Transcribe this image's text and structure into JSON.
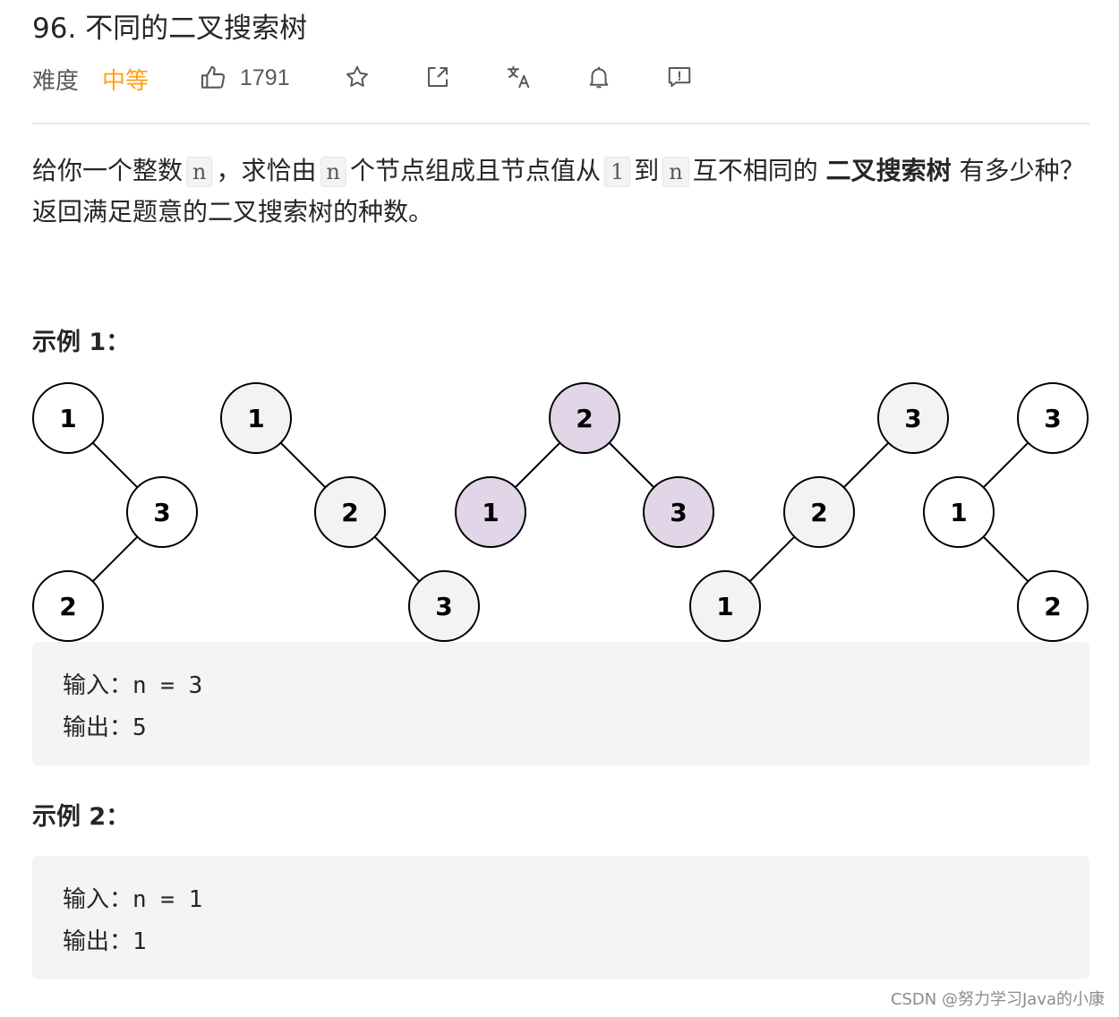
{
  "problem": {
    "title": "96. 不同的二叉搜索树",
    "difficulty_label": "难度",
    "difficulty_value": "中等",
    "likes": "1791",
    "icons": [
      "thumbs-up-icon",
      "star-icon",
      "share-icon",
      "translate-icon",
      "bell-icon",
      "feedback-icon"
    ]
  },
  "description": {
    "p1": "给你一个整数",
    "c1": "n",
    "p2": "，求恰由",
    "c2": "n",
    "p3": "个节点组成且节点值从",
    "c3": "1",
    "p4": "到",
    "c4": "n",
    "p5": "互不相同的",
    "bold": "二叉搜索树",
    "p6": "有多少种？返回满足题意的二叉搜索树的种数。"
  },
  "example1": {
    "title": "示例 1：",
    "input": "输入：n = 3",
    "output": "输出：5",
    "trees": [
      {
        "nodes": [
          {
            "v": "1"
          },
          {
            "v": "3"
          },
          {
            "v": "2"
          }
        ],
        "style": "white"
      },
      {
        "nodes": [
          {
            "v": "1"
          },
          {
            "v": "2"
          },
          {
            "v": "3"
          }
        ],
        "style": "gray"
      },
      {
        "nodes": [
          {
            "v": "2"
          },
          {
            "v": "1"
          },
          {
            "v": "3"
          }
        ],
        "style": "purple"
      },
      {
        "nodes": [
          {
            "v": "3"
          },
          {
            "v": "2"
          },
          {
            "v": "1"
          }
        ],
        "style": "gray"
      },
      {
        "nodes": [
          {
            "v": "3"
          },
          {
            "v": "1"
          },
          {
            "v": "2"
          }
        ],
        "style": "white"
      }
    ]
  },
  "example2": {
    "title": "示例 2：",
    "input": "输入：n = 1",
    "output": "输出：1"
  },
  "colors": {
    "accent": "#ffa116",
    "node_white": "#ffffff",
    "node_gray": "#f3f3f3",
    "node_purple": "#e1d5e7"
  },
  "watermark": "CSDN @努力学习Java的小康"
}
